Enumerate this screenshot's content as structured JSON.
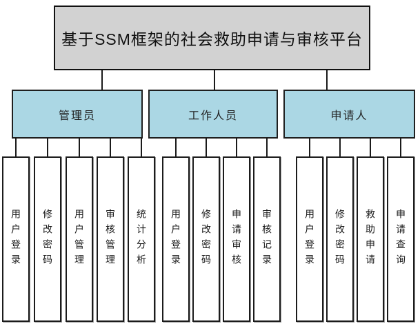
{
  "diagram": {
    "title": "基于SSM框架的社会救助申请与审核平台",
    "colors": {
      "root_fill": "#d2d2d2",
      "branch_fill": "#abd7e4",
      "leaf_fill": "#ffffff",
      "line": "#1a1a1a"
    },
    "branches": [
      {
        "label": "管理员",
        "children": [
          "用户登录",
          "修改密码",
          "用户管理",
          "审核管理",
          "统计分析"
        ]
      },
      {
        "label": "工作人员",
        "children": [
          "用户登录",
          "修改密码",
          "申请审核",
          "审核记录"
        ]
      },
      {
        "label": "申请人",
        "children": [
          "用户登录",
          "修改密码",
          "救助申请",
          "申请查询"
        ]
      }
    ]
  }
}
